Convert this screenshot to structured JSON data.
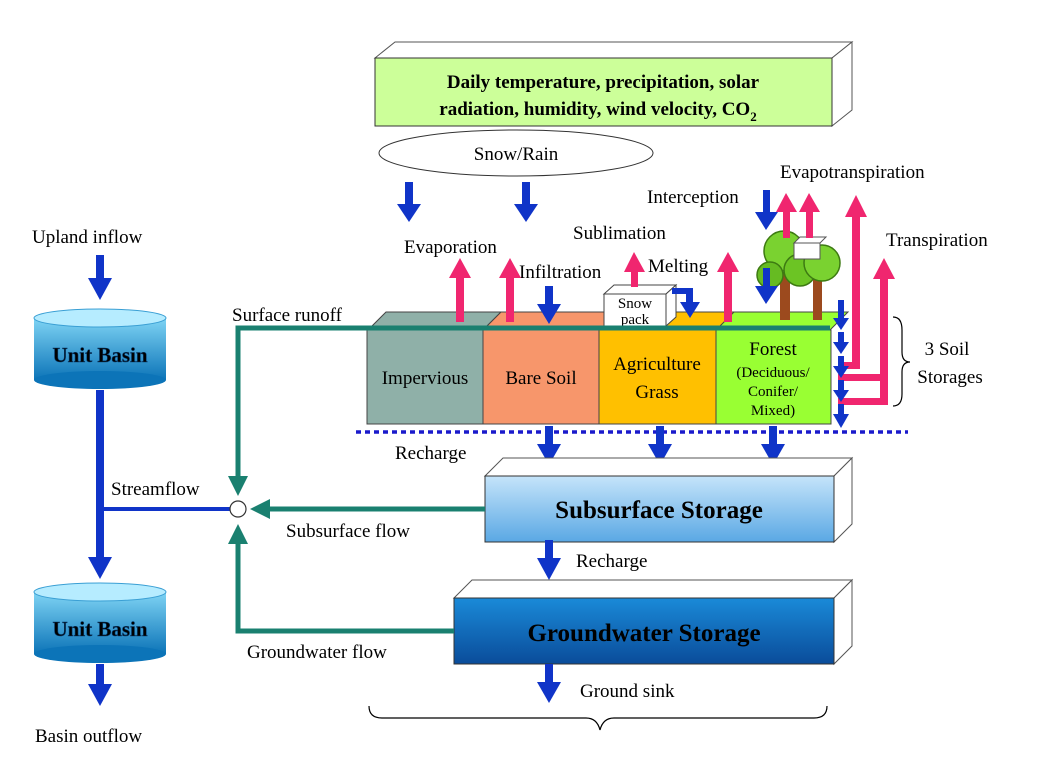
{
  "climate_box": {
    "line1": "Daily temperature, precipitation, solar",
    "line2": "radiation, humidity, wind velocity, CO",
    "sub": "2"
  },
  "snow_rain": "Snow/Rain",
  "labels": {
    "evaporation": "Evaporation",
    "sublimation": "Sublimation",
    "interception": "Interception",
    "evapotranspiration": "Evapotranspiration",
    "transpiration": "Transpiration",
    "infiltration": "Infiltration",
    "melting": "Melting",
    "surface_runoff": "Surface runoff",
    "upland_inflow": "Upland inflow",
    "streamflow": "Streamflow",
    "recharge_top": "Recharge",
    "subsurface_flow": "Subsurface flow",
    "recharge_bottom": "Recharge",
    "groundwater_flow": "Groundwater flow",
    "ground_sink": "Ground sink",
    "basin_outflow": "Basin outflow",
    "soil_storages_line1": "3 Soil",
    "soil_storages_line2": "Storages"
  },
  "snow_pack": {
    "line1": "Snow",
    "line2": "pack"
  },
  "land_cover": {
    "impervious": "Impervious",
    "bare_soil": "Bare Soil",
    "agriculture_line1": "Agriculture",
    "agriculture_line2": "Grass",
    "forest_line1": "Forest",
    "forest_line2": "(Deciduous/",
    "forest_line3": "Conifer/",
    "forest_line4": "Mixed)"
  },
  "storages": {
    "subsurface": "Subsurface Storage",
    "groundwater": "Groundwater Storage"
  },
  "unit_basin_top": "Unit Basin",
  "unit_basin_bottom": "Unit Basin",
  "colors": {
    "climate_fill": "#ccff99",
    "impervious": "#8fb0a8",
    "bare_soil": "#f7966b",
    "agriculture": "#ffc000",
    "forest": "#99ff33",
    "flow_arrow_blue": "#1034c8",
    "up_arrow_pink": "#f0266f",
    "teal_flow": "#1a8070",
    "subsurface_fill": "#8ec4ee",
    "groundwater_fill": "#0a6cc0",
    "dotted_line": "#1a1acc"
  }
}
